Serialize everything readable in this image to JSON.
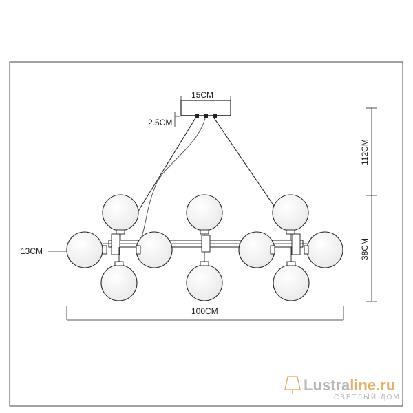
{
  "dimensions": {
    "canopy_width": "15CM",
    "canopy_height": "2.5CM",
    "cable_length": "112CM",
    "globe_diameter": "13CM",
    "body_height": "38CM",
    "total_width": "100CM"
  },
  "watermark": {
    "brand_part1": "Lustra",
    "brand_part2": "line.ru",
    "tagline": "СВЕТЛЫЙ ДОМ"
  }
}
